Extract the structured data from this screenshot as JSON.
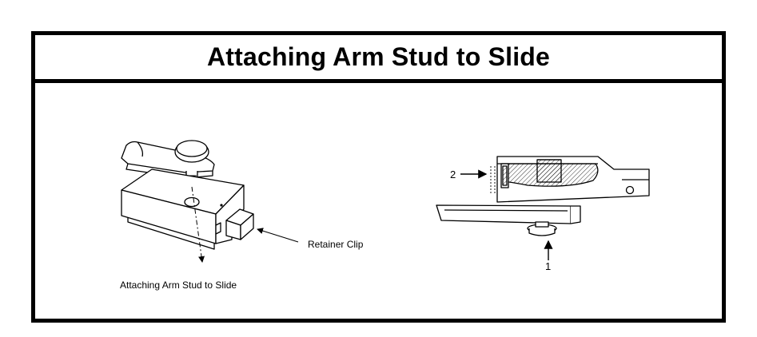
{
  "title": "Attaching Arm Stud to Slide",
  "left_figure": {
    "retainer_label": "Retainer Clip",
    "caption": "Attaching Arm Stud to Slide"
  },
  "right_figure": {
    "callout_1": "1",
    "callout_2": "2"
  }
}
